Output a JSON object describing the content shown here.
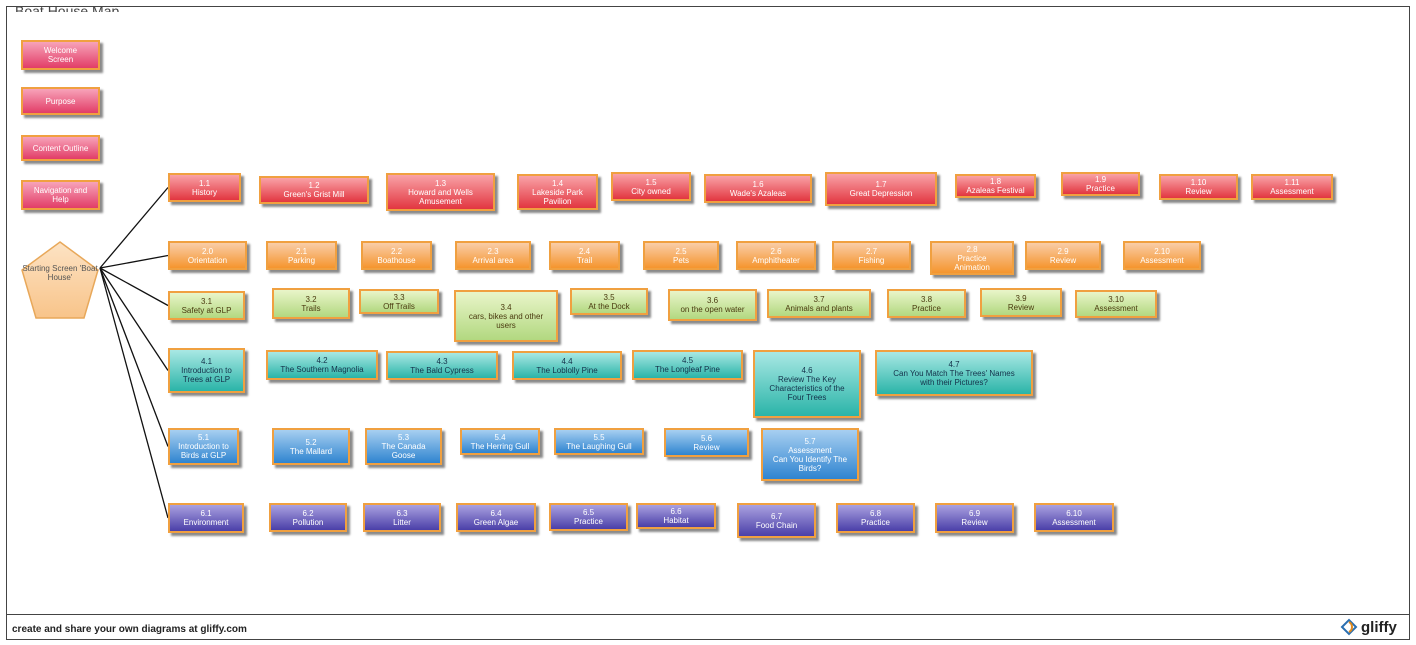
{
  "header": {
    "title": "Boat House Map"
  },
  "footer": {
    "text": "create and share your own diagrams at gliffy.com",
    "logo_text": "gliffy",
    "logo_icon": "gliffy-logo-icon"
  },
  "colors": {
    "pink": "#e23d67",
    "red": "#e23640",
    "orange": "#f5952e",
    "green": "#b2d880",
    "teal": "#2ab4a8",
    "blue": "#2f84d0",
    "purple": "#4a3fa8",
    "border": "#f0a040"
  },
  "diagram": {
    "start": {
      "lines": [
        "Starting Screen",
        "'Boat House'"
      ]
    },
    "intro": [
      {
        "id": "welcome",
        "lines": [
          "Welcome",
          "Screen"
        ]
      },
      {
        "id": "purpose",
        "lines": [
          "Purpose"
        ]
      },
      {
        "id": "content",
        "lines": [
          "Content Outline"
        ]
      },
      {
        "id": "navhelp",
        "lines": [
          "Navigation and",
          "Help"
        ]
      }
    ],
    "rows": [
      {
        "color": "red",
        "nodes": [
          {
            "lines": [
              "1.1",
              "History"
            ]
          },
          {
            "lines": [
              "1.2",
              "Green's Grist Mill"
            ]
          },
          {
            "lines": [
              "1.3",
              "Howard and Wells",
              "Amusement"
            ]
          },
          {
            "lines": [
              "1.4",
              "Lakeside Park",
              "Pavilion"
            ]
          },
          {
            "lines": [
              "1.5",
              "City owned"
            ]
          },
          {
            "lines": [
              "1.6",
              "Wade's Azaleas"
            ]
          },
          {
            "lines": [
              "1.7",
              "Great Depression"
            ]
          },
          {
            "lines": [
              "1.8",
              "Azaleas Festival"
            ]
          },
          {
            "lines": [
              "1.9",
              "Practice"
            ]
          },
          {
            "lines": [
              "1.10",
              "Review"
            ]
          },
          {
            "lines": [
              "1.11",
              "Assessment"
            ]
          }
        ]
      },
      {
        "color": "orange",
        "nodes": [
          {
            "lines": [
              "2.0",
              "Orientation"
            ]
          },
          {
            "lines": [
              "2.1",
              "Parking"
            ]
          },
          {
            "lines": [
              "2.2",
              "Boathouse"
            ]
          },
          {
            "lines": [
              "2.3",
              "Arrival area"
            ]
          },
          {
            "lines": [
              "2.4",
              "Trail"
            ]
          },
          {
            "lines": [
              "2.5",
              "Pets"
            ]
          },
          {
            "lines": [
              "2.6",
              "Amphitheater"
            ]
          },
          {
            "lines": [
              "2.7",
              "Fishing"
            ]
          },
          {
            "lines": [
              "2.8",
              "Practice",
              "Animation"
            ]
          },
          {
            "lines": [
              "2.9",
              "Review"
            ]
          },
          {
            "lines": [
              "2.10",
              "Assessment"
            ]
          }
        ]
      },
      {
        "color": "green",
        "nodes": [
          {
            "lines": [
              "3.1",
              "Safety at GLP"
            ]
          },
          {
            "lines": [
              "3.2",
              "Trails"
            ]
          },
          {
            "lines": [
              "3.3",
              "Off Trails"
            ]
          },
          {
            "lines": [
              "3.4",
              "cars, bikes and other",
              "users"
            ]
          },
          {
            "lines": [
              "3.5",
              "At the Dock"
            ]
          },
          {
            "lines": [
              "3.6",
              "on the open water"
            ]
          },
          {
            "lines": [
              "3.7",
              "Animals and plants"
            ]
          },
          {
            "lines": [
              "3.8",
              "Practice"
            ]
          },
          {
            "lines": [
              "3.9",
              "Review"
            ]
          },
          {
            "lines": [
              "3.10",
              "Assessment"
            ]
          }
        ]
      },
      {
        "color": "teal",
        "nodes": [
          {
            "lines": [
              "4.1",
              "Introduction to",
              "Trees at GLP"
            ]
          },
          {
            "lines": [
              "4.2",
              "The Southern Magnolia"
            ]
          },
          {
            "lines": [
              "4.3",
              "The Bald Cypress"
            ]
          },
          {
            "lines": [
              "4.4",
              "The Loblolly Pine"
            ]
          },
          {
            "lines": [
              "4.5",
              "The Longleaf Pine"
            ]
          },
          {
            "lines": [
              "4.6",
              "Review The Key",
              "Characteristics of the",
              "Four Trees"
            ]
          },
          {
            "lines": [
              "4.7",
              "Can You Match The Trees' Names",
              "with their Pictures?"
            ]
          }
        ]
      },
      {
        "color": "blue",
        "nodes": [
          {
            "lines": [
              "5.1",
              "Introduction to",
              "Birds at GLP"
            ]
          },
          {
            "lines": [
              "5.2",
              "The Mallard"
            ]
          },
          {
            "lines": [
              "5.3",
              "The Canada",
              "Goose"
            ]
          },
          {
            "lines": [
              "5.4",
              "The Herring Gull"
            ]
          },
          {
            "lines": [
              "5.5",
              "The Laughing Gull"
            ]
          },
          {
            "lines": [
              "5.6",
              "Review"
            ]
          },
          {
            "lines": [
              "5.7",
              "Assessment",
              "Can You Identify The",
              "Birds?"
            ]
          }
        ]
      },
      {
        "color": "purple",
        "nodes": [
          {
            "lines": [
              "6.1",
              "Environment"
            ]
          },
          {
            "lines": [
              "6.2",
              "Pollution"
            ]
          },
          {
            "lines": [
              "6.3",
              "Litter"
            ]
          },
          {
            "lines": [
              "6.4",
              "Green Algae"
            ]
          },
          {
            "lines": [
              "6.5",
              "Practice"
            ]
          },
          {
            "lines": [
              "6.6",
              "Habitat"
            ]
          },
          {
            "lines": [
              "6.7",
              "Food Chain"
            ]
          },
          {
            "lines": [
              "6.8",
              "Practice"
            ]
          },
          {
            "lines": [
              "6.9",
              "Review"
            ]
          },
          {
            "lines": [
              "6.10",
              "Assessment"
            ]
          }
        ]
      }
    ]
  }
}
